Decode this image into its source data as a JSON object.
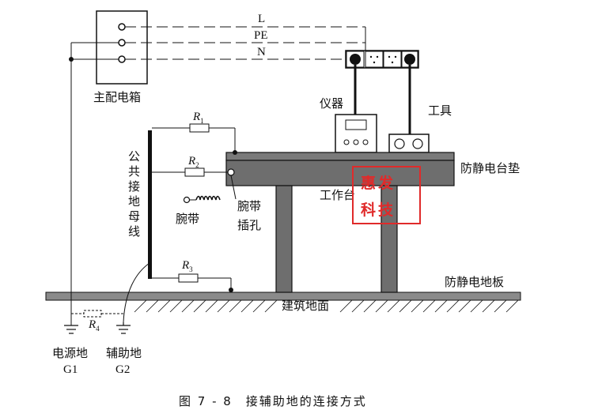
{
  "lines": {
    "live": "L",
    "protective_earth": "PE",
    "neutral": "N"
  },
  "labels": {
    "main_box": "主配电箱",
    "instrument": "仪器",
    "tool": "工具",
    "antistatic_mat": "防静电台垫",
    "workbench": "工作台",
    "wrist_strap": "腕带",
    "wrist_jack_line1": "腕带",
    "wrist_jack_line2": "插孔",
    "common_bus": [
      "公",
      "共",
      "接",
      "地",
      "母",
      "线"
    ],
    "antistatic_floor": "防静电地板",
    "building_floor": "建筑地面",
    "power_ground": "电源地",
    "power_ground_code": "G1",
    "aux_ground": "辅助地",
    "aux_ground_code": "G2"
  },
  "resistors": {
    "r1": "R",
    "r1_sub": "1",
    "r2": "R",
    "r2_sub": "2",
    "r3": "R",
    "r3_sub": "3",
    "r4": "R",
    "r4_sub": "4"
  },
  "stamp": {
    "line1": "惠发",
    "line2": "科技",
    "color": "#e02a2a"
  },
  "caption": "图 7 - 8　接辅助地的连接方式",
  "colors": {
    "line": "#111111",
    "bench": "#6e6e6e",
    "bench_top": "#7a7a7a",
    "floor": "#8a8a8a"
  }
}
